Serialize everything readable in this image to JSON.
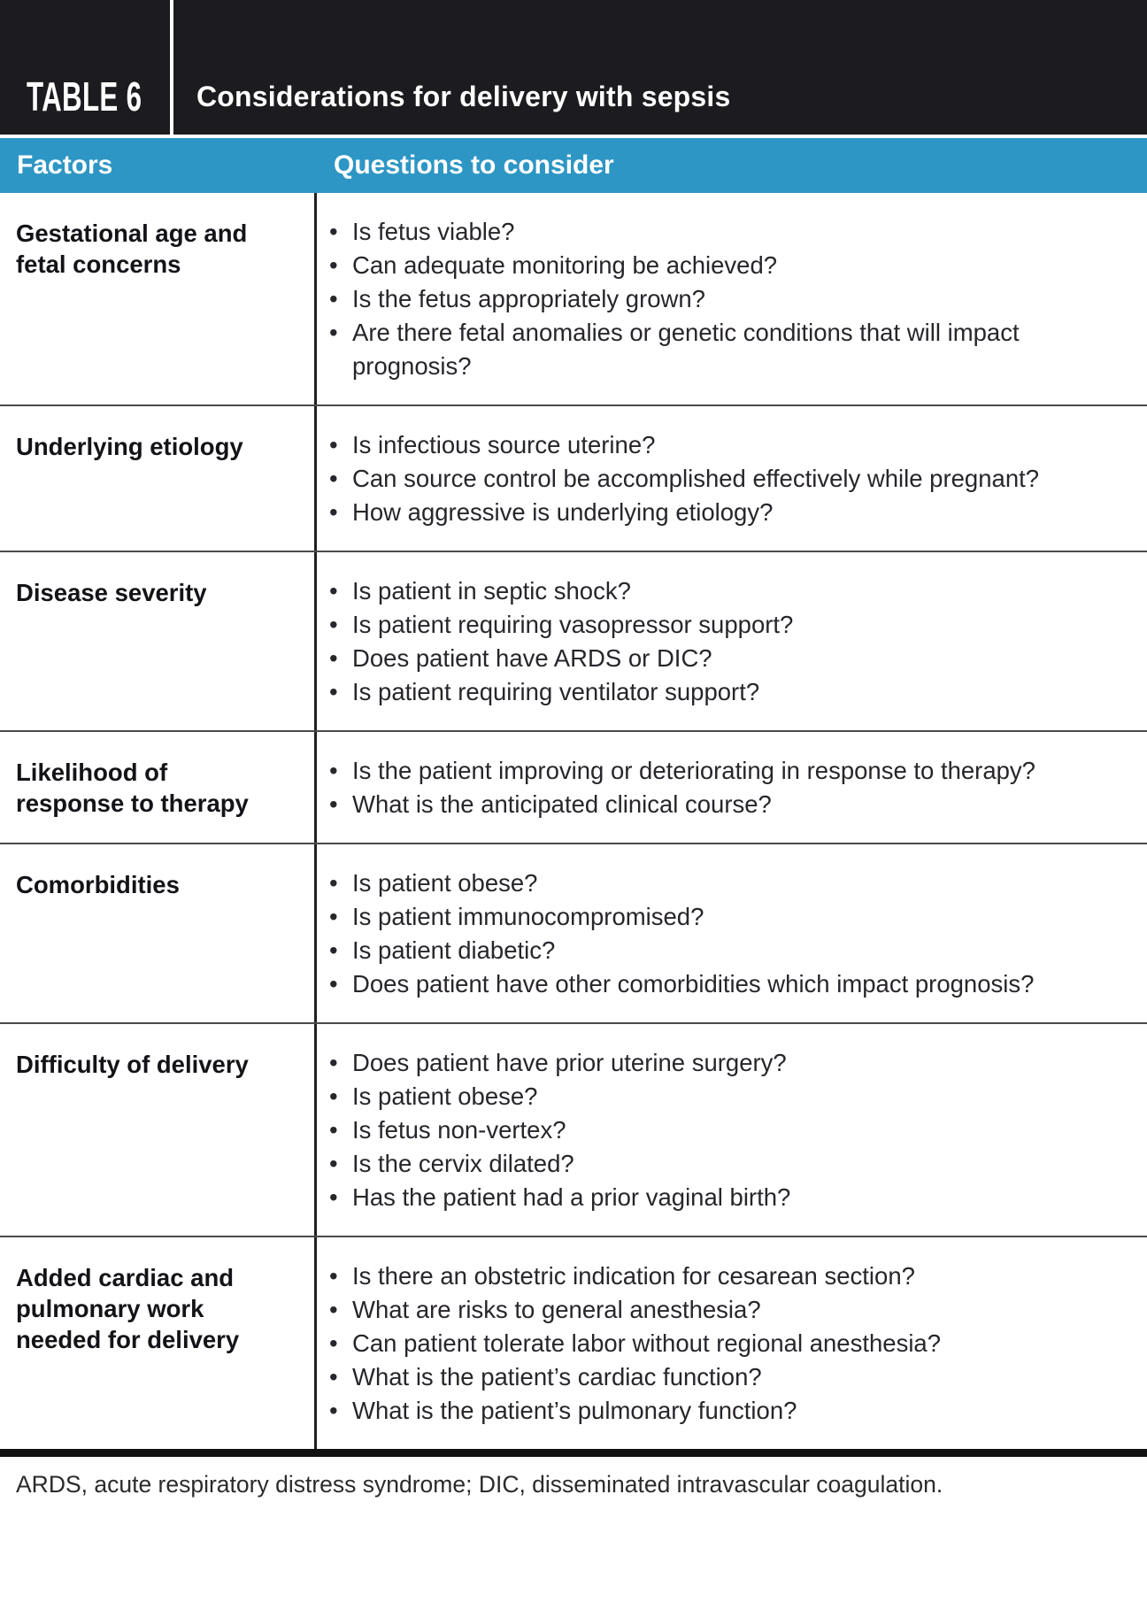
{
  "colors": {
    "header_bg": "#1b1b20",
    "header_text": "#ffffff",
    "band_bg": "#2e96c4",
    "band_text": "#ffffff",
    "factor_text": "#141318",
    "body_text": "#28252b",
    "rule_gray": "#4a4a4a",
    "divider_black": "#1f1f1f",
    "page_bg": "#ffffff"
  },
  "table": {
    "label": "TABLE 6",
    "title": "Considerations for delivery with sepsis",
    "columns": [
      "Factors",
      "Questions to consider"
    ],
    "rows": [
      {
        "factor": "Gestational age and fetal concerns",
        "questions": [
          "Is fetus viable?",
          "Can adequate monitoring be achieved?",
          "Is the fetus appropriately grown?",
          "Are there fetal anomalies or genetic conditions that will impact prognosis?"
        ]
      },
      {
        "factor": "Underlying etiology",
        "questions": [
          "Is infectious source uterine?",
          "Can source control be accomplished effectively while pregnant?",
          "How aggressive is underlying etiology?"
        ]
      },
      {
        "factor": "Disease severity",
        "questions": [
          "Is patient in septic shock?",
          "Is patient requiring vasopressor support?",
          "Does patient have ARDS or DIC?",
          "Is patient requiring ventilator support?"
        ]
      },
      {
        "factor": "Likelihood of response to therapy",
        "questions": [
          "Is the patient improving or deteriorating in response to therapy?",
          "What is the anticipated clinical course?"
        ]
      },
      {
        "factor": "Comorbidities",
        "questions": [
          "Is patient obese?",
          "Is patient immunocompromised?",
          "Is patient diabetic?",
          "Does patient have other comorbidities which impact prognosis?"
        ]
      },
      {
        "factor": "Difficulty of delivery",
        "questions": [
          "Does patient have prior uterine surgery?",
          "Is patient obese?",
          "Is fetus non-vertex?",
          "Is the cervix dilated?",
          "Has the patient had a prior vaginal birth?"
        ]
      },
      {
        "factor": "Added cardiac and pulmonary work needed for delivery",
        "questions": [
          "Is there an obstetric indication for cesarean section?",
          "What are risks to general anesthesia?",
          "Can patient tolerate labor without regional anesthesia?",
          "What is the patient’s cardiac function?",
          "What is the patient’s pulmonary function?"
        ]
      }
    ],
    "footnote": "ARDS, acute respiratory distress syndrome; DIC, disseminated intravascular coagulation."
  }
}
